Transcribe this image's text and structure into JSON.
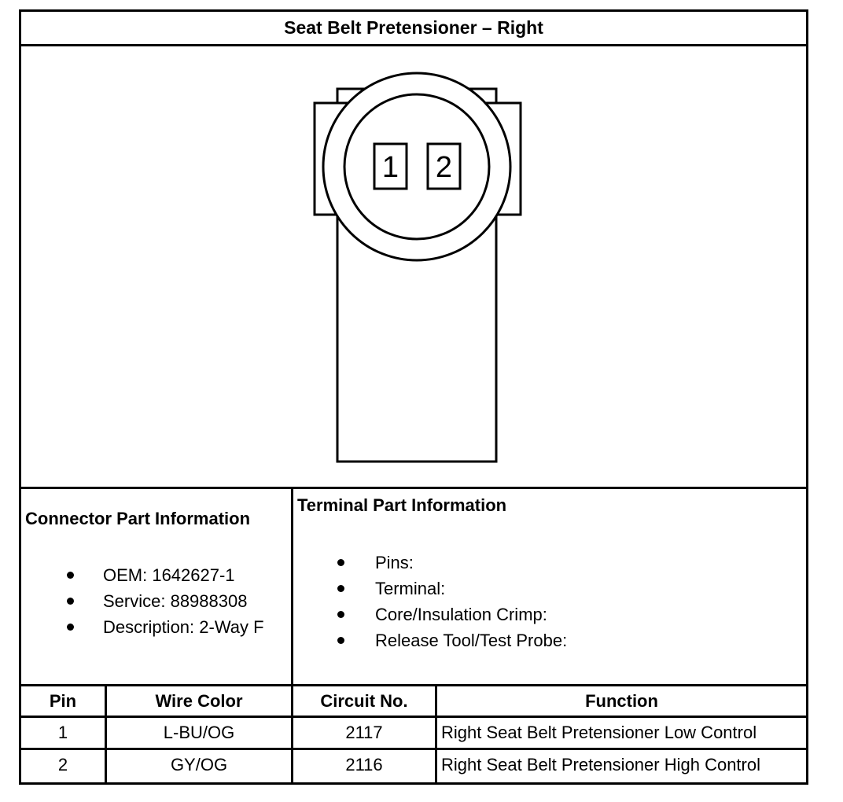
{
  "title": "Seat Belt Pretensioner – Right",
  "connector_face": {
    "pins": [
      "1",
      "2"
    ]
  },
  "connector_info": {
    "heading": "Connector Part Information",
    "items": [
      "OEM: 1642627-1",
      "Service: 88988308",
      "Description: 2-Way F"
    ]
  },
  "terminal_info": {
    "heading": "Terminal Part Information",
    "items": [
      "Pins:",
      "Terminal:",
      "Core/Insulation Crimp:",
      "Release Tool/Test Probe:"
    ]
  },
  "pin_table": {
    "headers": [
      "Pin",
      "Wire Color",
      "Circuit No.",
      "Function"
    ],
    "rows": [
      [
        "1",
        "L-BU/OG",
        "2117",
        "Right Seat Belt Pretensioner Low Control"
      ],
      [
        "2",
        "GY/OG",
        "2116",
        "Right Seat Belt Pretensioner High Control"
      ]
    ]
  }
}
